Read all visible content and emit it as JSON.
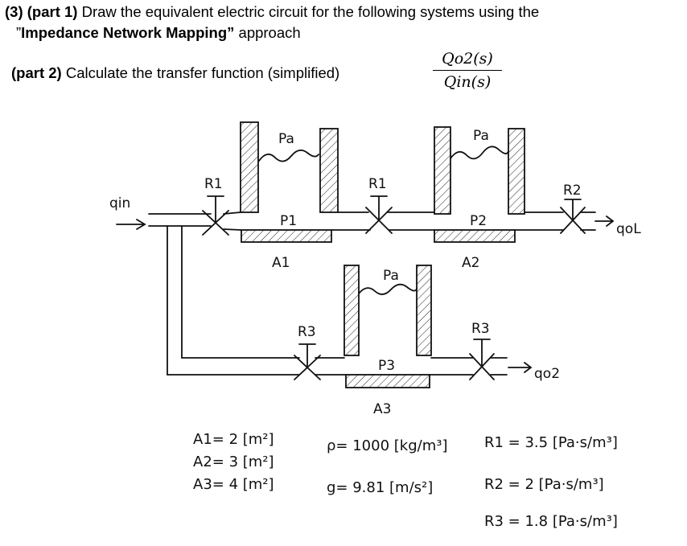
{
  "question": {
    "part1_prefix": "(3) (part 1)",
    "part1_text": " Draw the equivalent electric circuit for the following systems using the",
    "part1_quote_open": "”",
    "part1_bold": "Impedance Network Mapping”",
    "part1_suffix": " approach",
    "part2_prefix": "(part 2)",
    "part2_text": " Calculate the transfer function (simplified)",
    "numerator": "Qo2(s)",
    "denominator": "Qin(s)"
  },
  "diagram_labels": {
    "qin": "qin",
    "qol": "qoL",
    "qo2": "qo2",
    "pa1": "Pa",
    "pa2": "Pa",
    "pa3": "Pa",
    "p1": "P1",
    "p2": "P2",
    "p3": "P3",
    "a1": "A1",
    "a2": "A2",
    "a3": "A3",
    "r1_left": "R1",
    "r1_mid": "R1",
    "r2": "R2",
    "r3_left": "R3",
    "r3_right": "R3"
  },
  "given": {
    "a1": "A1= 2 [m²]",
    "a2": "A2= 3 [m²]",
    "a3": "A3= 4 [m²]",
    "rho": "ρ= 1000 [kg/m³]",
    "g": "g= 9.81 [m/s²]",
    "r1": "R1 = 3.5 [Pa·s/m³]",
    "r2": "R2 = 2 [Pa·s/m³]",
    "r3": "R3 = 1.8 [Pa·s/m³]"
  }
}
